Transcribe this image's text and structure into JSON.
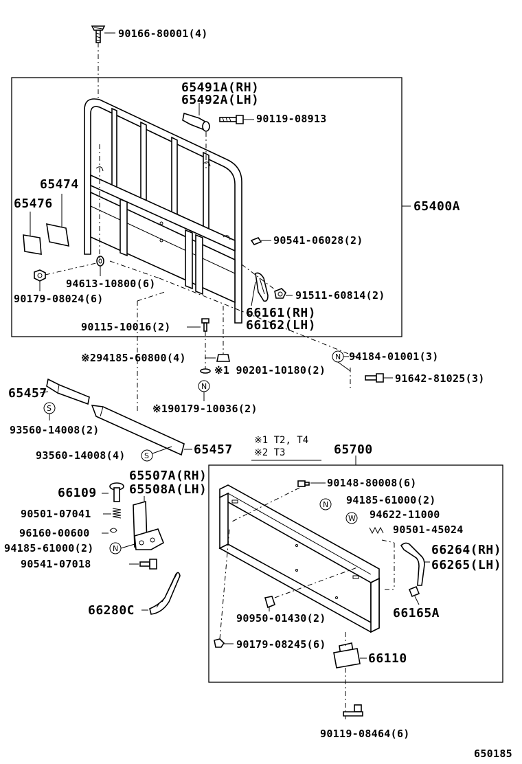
{
  "diagram": {
    "id": "650185",
    "notes": {
      "note1": "※1  T2, T4",
      "note2": "※2  T3"
    },
    "assemblies": {
      "frame": "65400A",
      "gate": "65700"
    },
    "labels": {
      "p_90166": "90166-80001(4)",
      "p_65491a": "65491A(RH)",
      "p_65492a": "65492A(LH)",
      "p_90119_08913": "90119-08913",
      "p_65474": "65474",
      "p_65476": "65476",
      "p_90541_06028": "90541-06028(2)",
      "p_94613": "94613-10800(6)",
      "p_90179_08024": "90179-08024(6)",
      "p_91511": "91511-60814(2)",
      "p_66161": "66161(RH)",
      "p_66162": "66162(LH)",
      "p_90115": "90115-10016(2)",
      "p_94185_60800": "※294185-60800(4)",
      "p_94184": "94184-01001(3)",
      "p_90201": "※1 90201-10180(2)",
      "p_91642": "91642-81025(3)",
      "p_65457a": "65457",
      "p_90179_10036": "※190179-10036(2)",
      "p_93560_2": "93560-14008(2)",
      "p_93560_4": "93560-14008(4)",
      "p_65457b": "65457",
      "p_65507a": "65507A(RH)",
      "p_65508a": "65508A(LH)",
      "p_66109": "66109",
      "p_90501_07041": "90501-07041",
      "p_96160": "96160-00600",
      "p_94185_61000a": "94185-61000(2)",
      "p_90541_07018": "90541-07018",
      "p_66280c": "66280C",
      "p_90148": "90148-80008(6)",
      "p_94185_61000b": "94185-61000(2)",
      "p_94622": "94622-11000",
      "p_90501_45024": "90501-45024",
      "p_66264": "66264(RH)",
      "p_66265": "66265(LH)",
      "p_66165a": "66165A",
      "p_90950": "90950-01430(2)",
      "p_90179_08245": "90179-08245(6)",
      "p_66110": "66110",
      "p_90119_08464": "90119-08464(6)"
    },
    "symbols": {
      "N": "N",
      "S": "S",
      "W": "W"
    }
  }
}
